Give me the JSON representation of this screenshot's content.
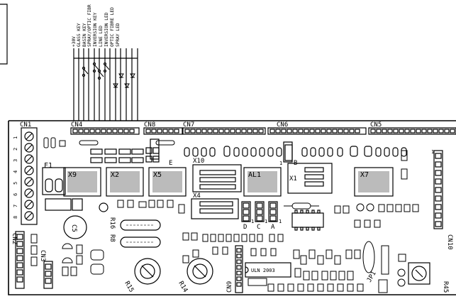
{
  "connectors": {
    "cn1": "CN1",
    "cn4": "CN4",
    "cn8": "CN8",
    "cn7": "CN7",
    "cn6": "CN6",
    "cn5": "CN5",
    "cn2": "CN2",
    "cn3": "CN3",
    "cn9": "CN9",
    "cn10": "CN10"
  },
  "cn1_pins": [
    "1",
    "2",
    "3",
    "4",
    "5",
    "6",
    "7",
    "8"
  ],
  "wire_labels": [
    "+30V",
    "GLASS KEY",
    "BASIN KEY",
    "SPRAY/OPTIC FIBR",
    "INVERSION KEY",
    "LINE LED",
    "INVERSION LED",
    "OPTIC FIBRE LED",
    "SPRAY LED"
  ],
  "relays": {
    "x9": "X9",
    "x2": "X2",
    "x5": "X5",
    "x10": "X10",
    "x4": "X4",
    "al1": "AL1",
    "x1": "X1",
    "x7": "X7"
  },
  "parts": {
    "f1": "F1",
    "c5": "C5",
    "r16": "R16",
    "r8": "R8",
    "r15": "R15",
    "r14": "R14",
    "r45": "R45",
    "jp1": "JP1",
    "ic": "ULN 2003"
  },
  "jumpers": {
    "a": "A",
    "b": "B",
    "c": "C",
    "d": "D",
    "e": "E",
    "one_a": "1",
    "one_b": "1",
    "one_c": "1",
    "one_d": "1",
    "one_e": "1"
  }
}
